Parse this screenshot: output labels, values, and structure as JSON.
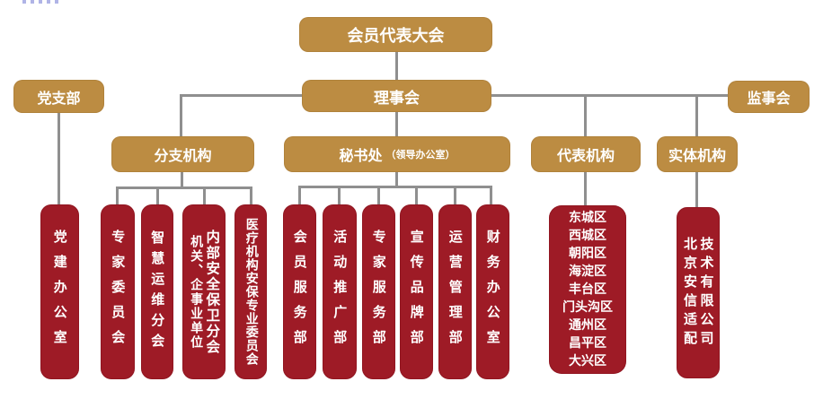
{
  "diagram_type": "org-chart",
  "nodes": {
    "assembly": "会员代表大会",
    "party_branch": "党支部",
    "council": "理事会",
    "supervisory_board": "监事会",
    "branch_orgs": "分支机构",
    "secretariat": "秘书处",
    "secretariat_note": "（领导办公室）",
    "representative_orgs": "代表机构",
    "entity_orgs": "实体机构"
  },
  "leaves": [
    {
      "name": "party-building-office",
      "columns": [
        "党建办公室"
      ],
      "parent": "党支部"
    },
    {
      "name": "expert-committee",
      "columns": [
        "专家委员会"
      ],
      "parent": "分支机构"
    },
    {
      "name": "smart-operation-branch",
      "columns": [
        "智慧运维分会"
      ],
      "parent": "分支机构"
    },
    {
      "name": "internal-security-branch",
      "columns": [
        "机关、企事业单位",
        "内部安全保卫分会"
      ],
      "parent": "分支机构"
    },
    {
      "name": "medical-security-committee",
      "columns": [
        "医疗机构安保专业委员会"
      ],
      "parent": "分支机构"
    },
    {
      "name": "member-service-dept",
      "columns": [
        "会员服务部"
      ],
      "parent": "秘书处"
    },
    {
      "name": "activity-promotion-dept",
      "columns": [
        "活动推广部"
      ],
      "parent": "秘书处"
    },
    {
      "name": "expert-service-dept",
      "columns": [
        "专家服务部"
      ],
      "parent": "秘书处"
    },
    {
      "name": "publicity-brand-dept",
      "columns": [
        "宣传品牌部"
      ],
      "parent": "秘书处"
    },
    {
      "name": "operation-management-dept",
      "columns": [
        "运营管理部"
      ],
      "parent": "秘书处"
    },
    {
      "name": "finance-office",
      "columns": [
        "财务办公室"
      ],
      "parent": "秘书处"
    }
  ],
  "districts": {
    "parent": "代表机构",
    "lines": [
      "东城区",
      "西城区",
      "朝阳区",
      "海淀区",
      "丰台区",
      "门头沟区",
      "通州区",
      "昌平区",
      "大兴区"
    ]
  },
  "company": {
    "parent": "实体机构",
    "columns": [
      "北京安信适配",
      "技术有限公司"
    ],
    "full_name": "北京安信适配技术有限公司"
  },
  "colors": {
    "gold_box": "#BC8C42",
    "red_box": "#9E1B26",
    "connector": "#8F8F8F",
    "text": "#FFFFFF",
    "background": "#FFFFFF"
  }
}
